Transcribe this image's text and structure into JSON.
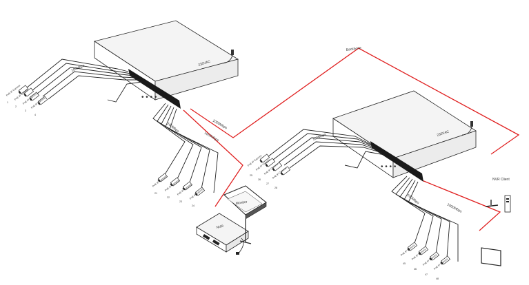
{
  "switch_a": {
    "power_label": "230VAC"
  },
  "switch_b": {
    "power_label": "230VAC"
  },
  "links": {
    "a_100mbps": "100Mbps",
    "a_100mbps_2": "100Mbps",
    "a_uplink_1": "1000Mbps",
    "a_uplink_2": "1000Mbps",
    "backbone": "Backbone",
    "b_100mbps": "100Mbps",
    "b_100mbps_2": "100Mbps",
    "b_uplink": "1000Mbps"
  },
  "nvr": {
    "label": "NVR"
  },
  "monitor": {
    "label": "Monitor"
  },
  "client": {
    "label": "NVR Client"
  },
  "camera_label": "PoE IP Camera",
  "camera_groups": {
    "g1": [
      "1",
      "2",
      "3",
      "4"
    ],
    "g2": [
      "21",
      "22",
      "23",
      "24"
    ],
    "g3": [
      "25",
      "26",
      "27",
      "28"
    ],
    "g4": [
      "45",
      "46",
      "47",
      "48"
    ]
  },
  "colors": {
    "line": "#222222",
    "red": "#e02020",
    "switch_fill": "#f4f4f4",
    "port": "#1a1a1a"
  }
}
